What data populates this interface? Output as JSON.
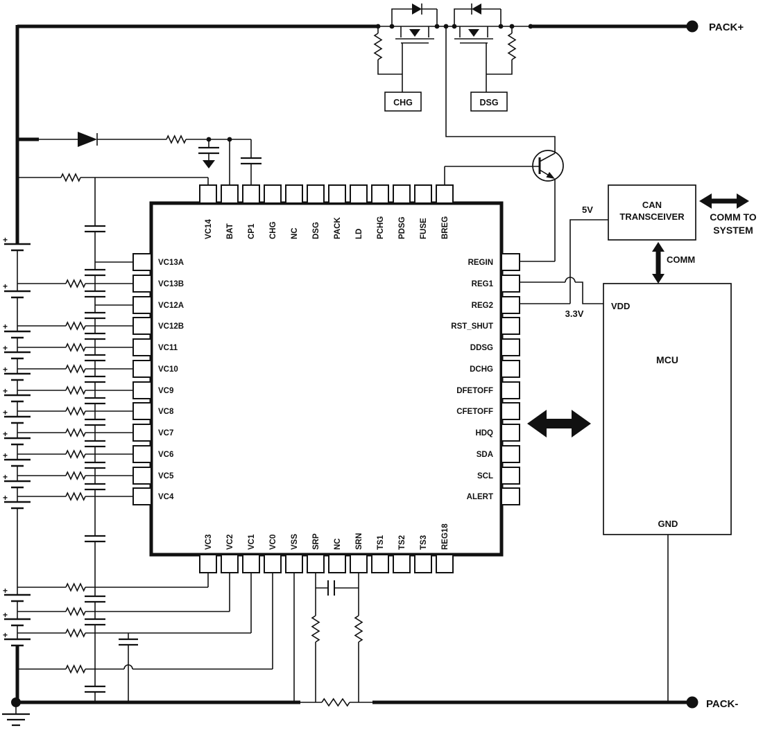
{
  "ic": {
    "pins": {
      "top": [
        "VC14",
        "BAT",
        "CP1",
        "CHG",
        "NC",
        "DSG",
        "PACK",
        "LD",
        "PCHG",
        "PDSG",
        "FUSE",
        "BREG"
      ],
      "left": [
        "VC13A",
        "VC13B",
        "VC12A",
        "VC12B",
        "VC11",
        "VC10",
        "VC9",
        "VC8",
        "VC7",
        "VC6",
        "VC5",
        "VC4"
      ],
      "right": [
        "REGIN",
        "REG1",
        "REG2",
        "RST_SHUT",
        "DDSG",
        "DCHG",
        "DFETOFF",
        "CFETOFF",
        "HDQ",
        "SDA",
        "SCL",
        "ALERT"
      ],
      "bottom": [
        "VC3",
        "VC2",
        "VC1",
        "VC0",
        "VSS",
        "SRP",
        "NC",
        "SRN",
        "TS1",
        "TS2",
        "TS3",
        "REG18"
      ]
    }
  },
  "labels": {
    "pack_plus": "PACK+",
    "pack_minus": "PACK-",
    "chg": "CHG",
    "dsg": "DSG",
    "five_v": "5V",
    "three_point_three_v": "3.3V",
    "comm": "COMM",
    "comm_to_line1": "COMM TO",
    "comm_to_line2": "SYSTEM",
    "can_line1": "CAN",
    "can_line2": "TRANSCEIVER",
    "mcu": "MCU",
    "vdd": "VDD",
    "gnd": "GND",
    "plus": "+"
  },
  "colors": {
    "ink": "#111111",
    "background": "#ffffff"
  }
}
